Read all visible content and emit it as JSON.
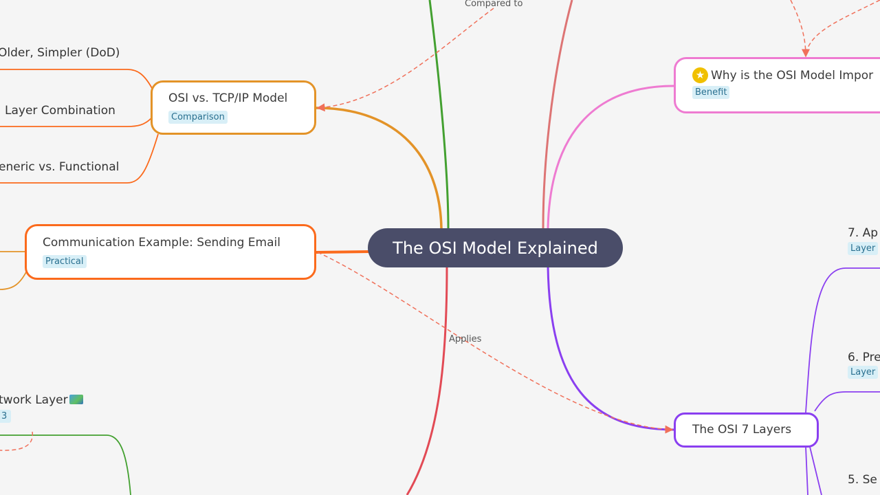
{
  "root": {
    "title": "The OSI Model Explained"
  },
  "nodes": {
    "comparison": {
      "title": "OSI vs. TCP/IP Model",
      "tag": "Comparison",
      "color": "#e39328"
    },
    "example": {
      "title": "Communication Example: Sending Email",
      "tag": "Practical",
      "color": "#fb6a1c"
    },
    "importance": {
      "title": "Why is the OSI Model Impor",
      "tag": "Benefit",
      "icon": "star-icon",
      "color": "#ee7bd1"
    },
    "layers": {
      "title": "The OSI 7 Layers",
      "color": "#8a3ff0"
    }
  },
  "comparison_children": [
    "Older, Simpler (DoD)",
    "Layer Combination",
    "eneric vs. Functional"
  ],
  "network_layer": {
    "title": "twork Layer",
    "tag": "3",
    "icon": "map-icon"
  },
  "layer_children": [
    {
      "title": "7. Ap",
      "tag": "Layer"
    },
    {
      "title": "6. Pre",
      "tag": "Layer"
    },
    {
      "title": "5. Se"
    }
  ],
  "relations": {
    "compared_to": "Compared to",
    "applies": "Applies"
  },
  "colors": {
    "background": "#f5f5f5",
    "root": "#4a4d69",
    "relation": "#f0705a",
    "green": "#43a030",
    "red": "#e24a55",
    "rose": "#dd7474"
  }
}
